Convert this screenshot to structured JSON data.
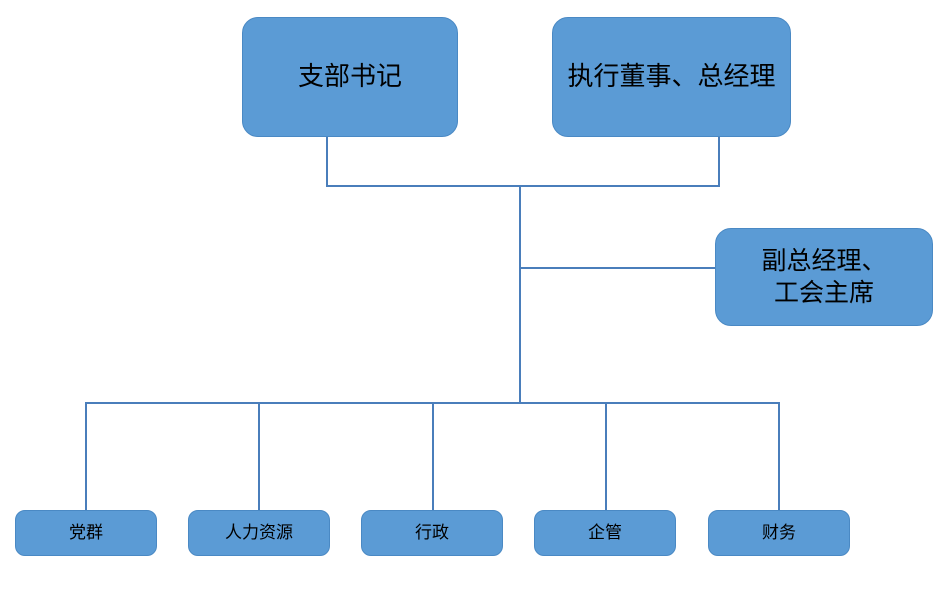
{
  "chart_data": {
    "type": "diagram",
    "diagram_type": "organization-chart",
    "title": "",
    "accent_color": "#5B9BD5",
    "connector_color": "#4A7EBB",
    "text_color": "#000000",
    "background": "#ffffff",
    "levels": [
      {
        "level": 1,
        "nodes": [
          {
            "id": "party-secretary",
            "label": "支部书记"
          },
          {
            "id": "executive-director-gm",
            "label": "执行董事、总经理"
          }
        ]
      },
      {
        "level": 2,
        "nodes": [
          {
            "id": "deputy-gm-union-chair",
            "label": "副总经理、\n工会主席"
          }
        ]
      },
      {
        "level": 3,
        "nodes": [
          {
            "id": "party-mass",
            "label": "党群"
          },
          {
            "id": "human-resources",
            "label": "人力资源"
          },
          {
            "id": "administration",
            "label": "行政"
          },
          {
            "id": "enterprise-management",
            "label": "企管"
          },
          {
            "id": "finance",
            "label": "财务"
          }
        ]
      }
    ],
    "edges": [
      {
        "from": "party-secretary",
        "to": "trunk"
      },
      {
        "from": "executive-director-gm",
        "to": "trunk"
      },
      {
        "from": "trunk",
        "to": "deputy-gm-union-chair"
      },
      {
        "from": "trunk",
        "to": "party-mass"
      },
      {
        "from": "trunk",
        "to": "human-resources"
      },
      {
        "from": "trunk",
        "to": "administration"
      },
      {
        "from": "trunk",
        "to": "enterprise-management"
      },
      {
        "from": "trunk",
        "to": "finance"
      }
    ]
  },
  "nodes": {
    "party_secretary": "支部书记",
    "executive_director_gm": "执行董事、总经理",
    "deputy_gm_union_chair": "副总经理、\n工会主席",
    "party_mass": "党群",
    "human_resources": "人力资源",
    "administration": "行政",
    "enterprise_management": "企管",
    "finance": "财务"
  }
}
